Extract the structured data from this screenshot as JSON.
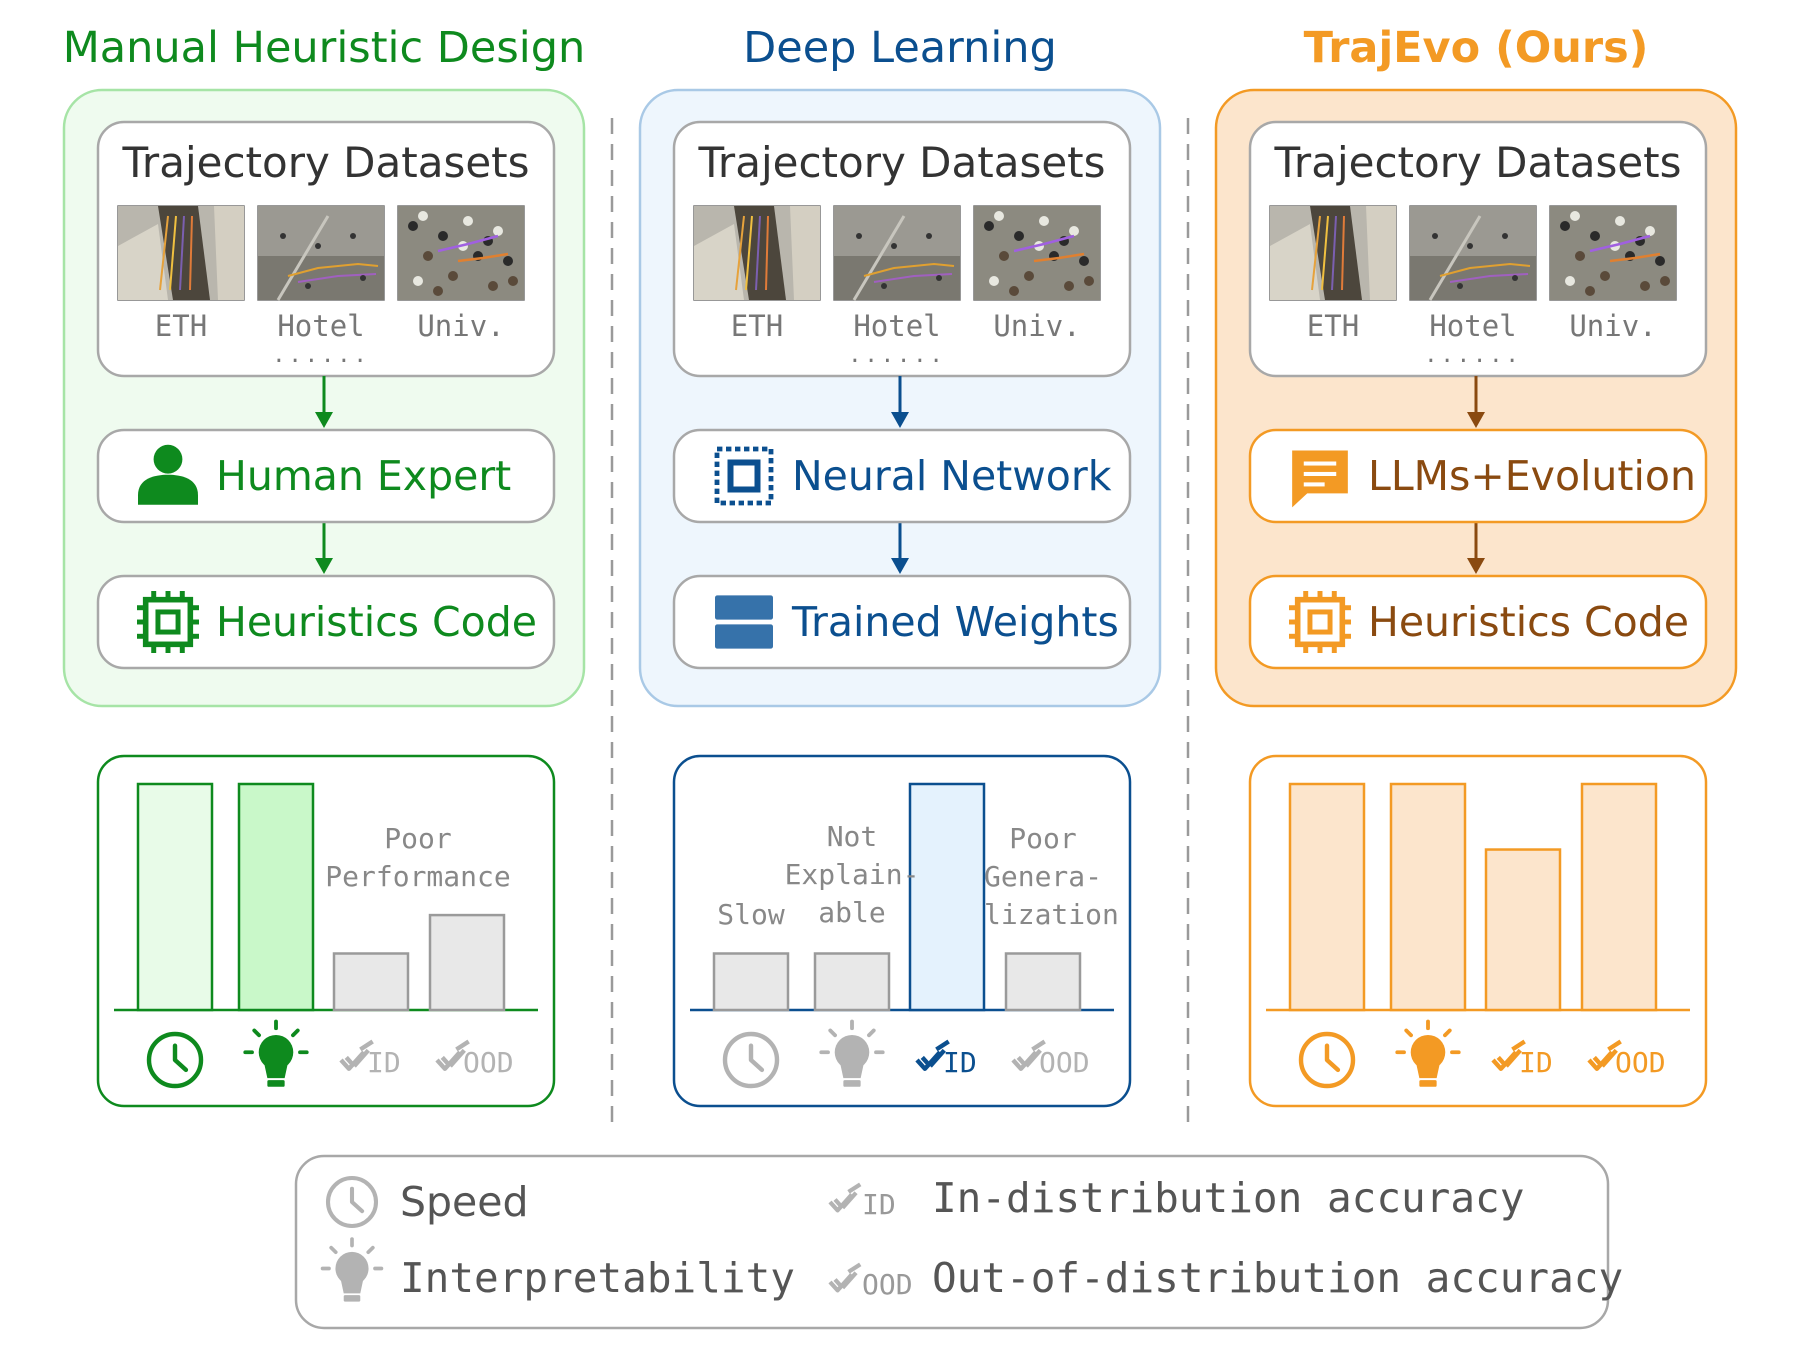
{
  "columns": [
    {
      "title": "Manual Heuristic Design",
      "color": "#0e8a1e",
      "panel_fill": "#effbef",
      "panel_stroke": "#a6e4a6",
      "dataset": {
        "title": "Trajectory Datasets",
        "labels": [
          "ETH",
          "Hotel",
          "Univ."
        ],
        "more": "......"
      },
      "step1": {
        "icon": "person-icon",
        "label": "Human Expert"
      },
      "step2": {
        "icon": "chip-icon",
        "label": "Heuristics Code"
      },
      "annotations": {
        "performance": [
          "Poor",
          "Performance"
        ]
      }
    },
    {
      "title": "Deep Learning",
      "color": "#0b4f8f",
      "panel_fill": "#eef6fd",
      "panel_stroke": "#a9c9e6",
      "dataset": {
        "title": "Trajectory Datasets",
        "labels": [
          "ETH",
          "Hotel",
          "Univ."
        ],
        "more": "......"
      },
      "step1": {
        "icon": "neural-net-icon",
        "label": "Neural Network"
      },
      "step2": {
        "icon": "weights-icon",
        "label": "Trained Weights"
      },
      "annotations": {
        "speed": [
          "Slow"
        ],
        "interpretability": [
          "Not",
          "Explain-",
          "able"
        ],
        "ood": [
          "Poor",
          "Genera-",
          "lization"
        ]
      }
    },
    {
      "title": "TrajEvo (Ours)",
      "color": "#f39a24",
      "panel_fill": "#fce5cc",
      "panel_stroke": "#f39a24",
      "dataset": {
        "title": "Trajectory Datasets",
        "labels": [
          "ETH",
          "Hotel",
          "Univ."
        ],
        "more": "......"
      },
      "step1": {
        "icon": "chat-icon",
        "label": "LLMs+Evolution"
      },
      "step2": {
        "icon": "chip-icon",
        "label": "Heuristics Code"
      }
    }
  ],
  "chart_data": [
    {
      "type": "bar",
      "categories": [
        "Speed",
        "Interpretability",
        "ID",
        "OOD"
      ],
      "values": [
        1.0,
        1.0,
        0.25,
        0.42
      ],
      "highlight": [
        true,
        true,
        false,
        false
      ]
    },
    {
      "type": "bar",
      "categories": [
        "Speed",
        "Interpretability",
        "ID",
        "OOD"
      ],
      "values": [
        0.25,
        0.25,
        1.0,
        0.25
      ],
      "highlight": [
        false,
        false,
        true,
        false
      ]
    },
    {
      "type": "bar",
      "categories": [
        "Speed",
        "Interpretability",
        "ID",
        "OOD"
      ],
      "values": [
        1.0,
        1.0,
        0.71,
        1.0
      ],
      "highlight": [
        true,
        true,
        true,
        true
      ]
    }
  ],
  "metric_icons": [
    {
      "icon": "clock-icon",
      "text": ""
    },
    {
      "icon": "lightbulb-icon",
      "text": ""
    },
    {
      "icon": "double-check-icon",
      "text": "ID"
    },
    {
      "icon": "double-check-icon",
      "text": "OOD"
    }
  ],
  "legend": {
    "items": [
      {
        "icon": "clock-icon",
        "label": "Speed"
      },
      {
        "icon": "double-check-icon",
        "sub": "ID",
        "label": "In-distribution accuracy"
      },
      {
        "icon": "lightbulb-icon",
        "label": "Interpretability"
      },
      {
        "icon": "double-check-icon",
        "sub": "OOD",
        "label": "Out-of-distribution accuracy"
      }
    ]
  },
  "colors": {
    "inactive": "#bbbbbb",
    "inactive_fill": "#e8e8e8",
    "inactive_stroke": "#9a9a9a",
    "box_stroke": "#a8a8a8",
    "divider": "#9a9a9a"
  }
}
